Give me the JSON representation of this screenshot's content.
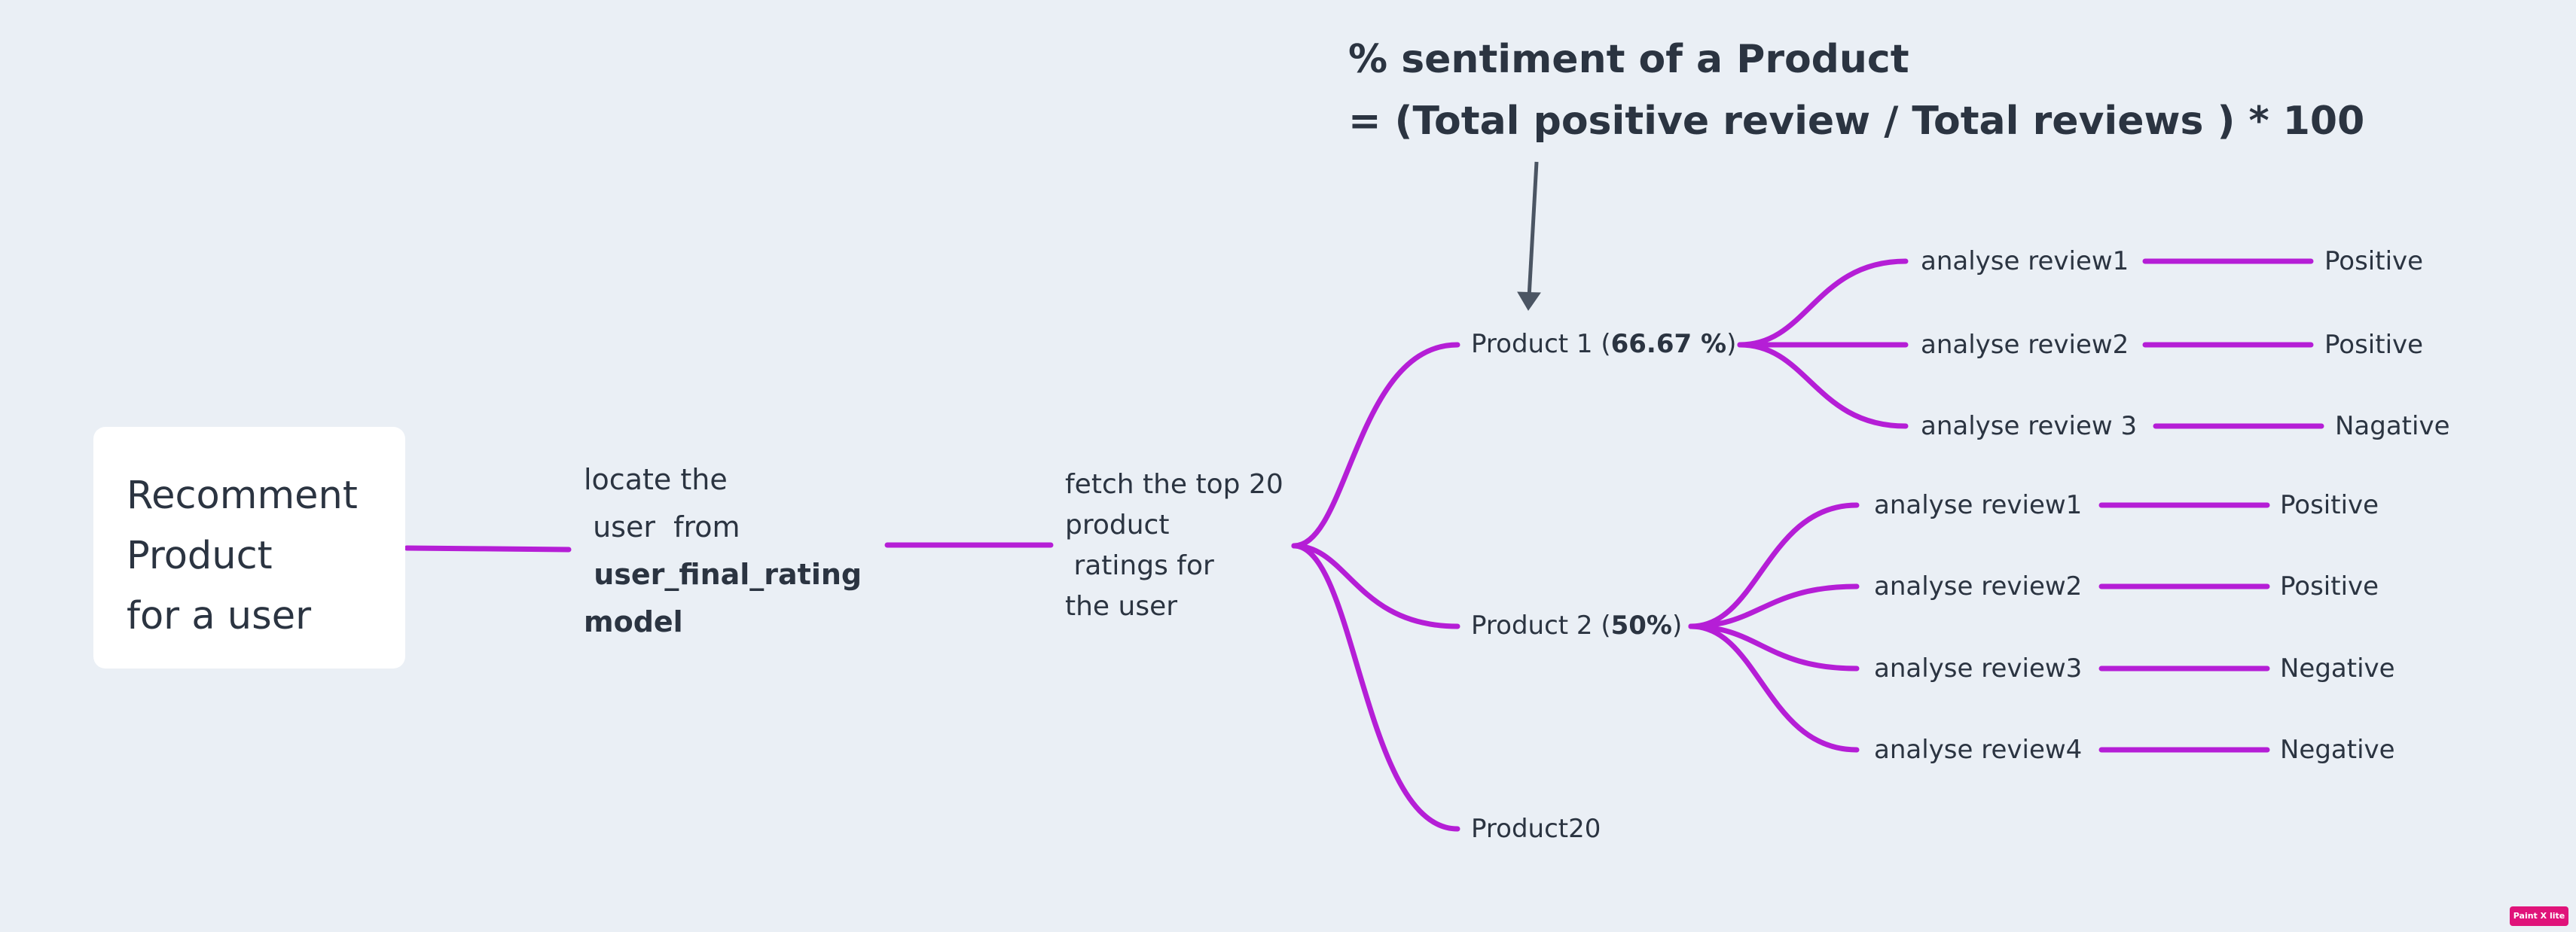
{
  "formula": {
    "line1": "% sentiment of a Product",
    "line2": "= (Total positive review / Total reviews ) * 100"
  },
  "root": {
    "lines": [
      "Recomment",
      "Product",
      "for a user"
    ]
  },
  "locate": {
    "line1": "locate the",
    "line2": " user  from",
    "line3": " user_final_rating",
    "line4": "model"
  },
  "fetch": {
    "lines": [
      "fetch the top 20",
      "product",
      " ratings for",
      "the user"
    ]
  },
  "product1": {
    "name": "Product 1 (",
    "pct": "66.67 %",
    "close": ")"
  },
  "product2": {
    "name": "Product 2 (",
    "pct": "50%",
    "close": ")"
  },
  "product20": {
    "name": "Product20"
  },
  "p1_reviews": [
    {
      "review": "analyse review1",
      "result": "Positive"
    },
    {
      "review": "analyse review2",
      "result": "Positive"
    },
    {
      "review": "analyse review 3",
      "result": "Nagative"
    }
  ],
  "p2_reviews": [
    {
      "review": "analyse review1",
      "result": "Positive"
    },
    {
      "review": "analyse review2",
      "result": "Positive"
    },
    {
      "review": "analyse review3",
      "result": "Negative"
    },
    {
      "review": "analyse review4",
      "result": "Negative"
    }
  ],
  "watermark": "Paint X lite",
  "colors": {
    "background": "#eaeff5",
    "connector": "#b51ed6",
    "arrow": "#4b5563",
    "text": "#2b3441"
  }
}
